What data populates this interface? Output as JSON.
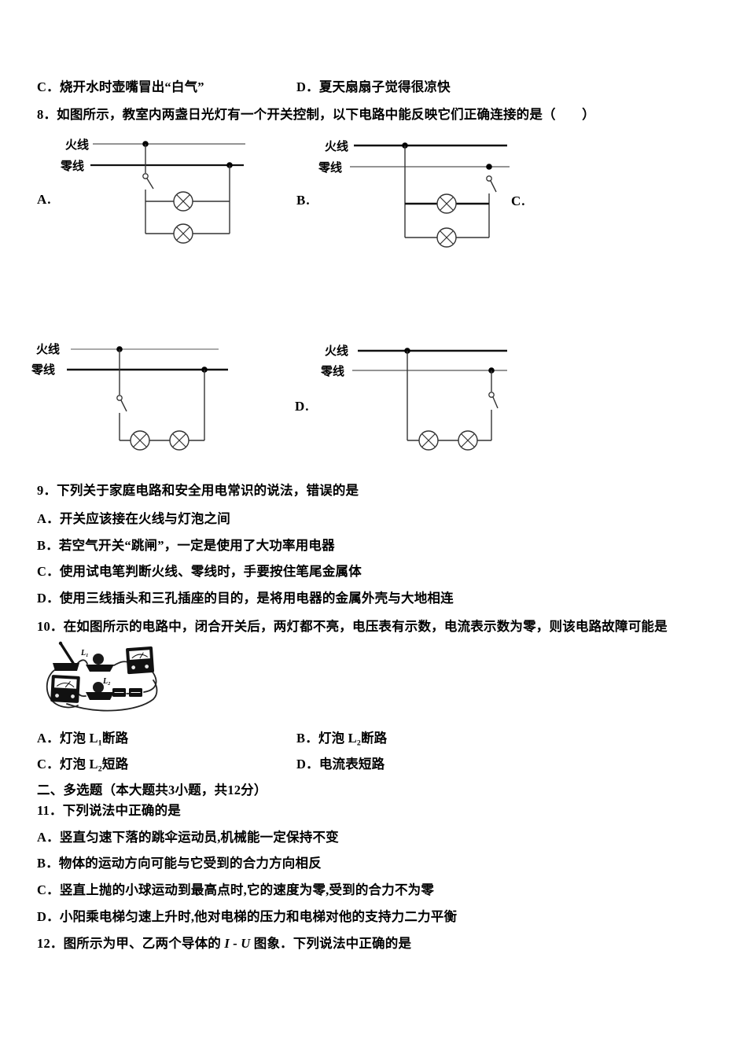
{
  "colors": {
    "ink": "#000000",
    "paper": "#ffffff",
    "thin_wire": "#555555",
    "thick_wire": "#111111"
  },
  "q7": {
    "option_c": "C．烧开水时壶嘴冒出“白气”",
    "option_d": "D．夏天扇扇子觉得很凉快"
  },
  "q8": {
    "stem": "8．如图所示，教室内两盏日光灯有一个开关控制，以下电路中能反映它们正确连接的是（　　）",
    "labels": {
      "a": "A.",
      "b": "B.",
      "c": "C.",
      "d": "D."
    },
    "wire_labels": {
      "live": "火线",
      "neutral": "零线"
    }
  },
  "q9": {
    "stem": "9．下列关于家庭电路和安全用电常识的说法，错误的是",
    "options": [
      "A．开关应该接在火线与灯泡之间",
      "B．若空气开关“跳闸”，一定是使用了大功率用电器",
      "C．使用试电笔判断火线、零线时，手要按住笔尾金属体",
      "D．使用三线插头和三孔插座的目的，是将用电器的金属外壳与大地相连"
    ]
  },
  "q10": {
    "stem": "10．在如图所示的电路中，闭合开关后，两灯都不亮，电压表有示数，电流表示数为零，则该电路故障可能是",
    "figure": {
      "lamp1_label": "L₁",
      "lamp2_label": "L₂"
    },
    "options": {
      "a": "A．灯泡 L₁断路",
      "b": "B．灯泡 L₂断路",
      "c": "C．灯泡 L₂短路",
      "d": "D．电流表短路"
    }
  },
  "section2": {
    "title": "二、多选题（本大题共3小题，共12分）"
  },
  "q11": {
    "stem": "11．下列说法中正确的是",
    "options": [
      "A．竖直匀速下落的跳伞运动员,机械能一定保持不变",
      "B．物体的运动方向可能与它受到的合力方向相反",
      "C．竖直上抛的小球运动到最高点时,它的速度为零,受到的合力不为零",
      "D．小阳乘电梯匀速上升时,他对电梯的压力和电梯对他的支持力二力平衡"
    ]
  },
  "q12": {
    "prefix": "12．图所示为甲、乙两个导体的 ",
    "iu": "I - U",
    "suffix": " 图象．下列说法中正确的是"
  }
}
